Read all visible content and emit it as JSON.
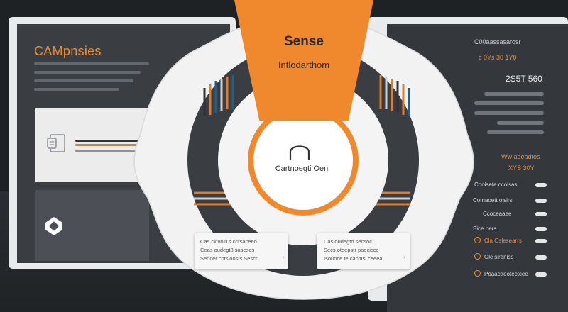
{
  "left_panel": {
    "title": "CAMpnsies"
  },
  "center": {
    "banner_title": "Sense",
    "banner_subtitle": "Intlodarthom",
    "circle_label": "Cartnoegti Oen",
    "card_left": [
      "Cas ckivolu's ccrsaceeo",
      "Ceas oudegt8 saseses",
      "Sencer cotsioosts Sescr"
    ],
    "card_right": [
      "Cas oudegto secsoc",
      "Secs oteepstr paecicce",
      "Isounce te cacotsi ceeea"
    ]
  },
  "right_panel": {
    "header_line1": "C00aassasarosr",
    "header_line2": "c 0Ys 30 1Y0",
    "big_value": "2S5T 560",
    "label1": "Ww aeeadtos",
    "label2": "XYS 30Y",
    "rows": [
      "Cnoisete ccolsas",
      "Comaoett oisirs",
      "Ccoceaaee",
      "Sice bers",
      "Cla Oslesearrs",
      "Olc sireniss",
      "Poaacaeotectcee"
    ]
  },
  "colors": {
    "accent": "#f0892d",
    "panel_dark": "#3a3e43",
    "panel_light": "#ececec"
  }
}
